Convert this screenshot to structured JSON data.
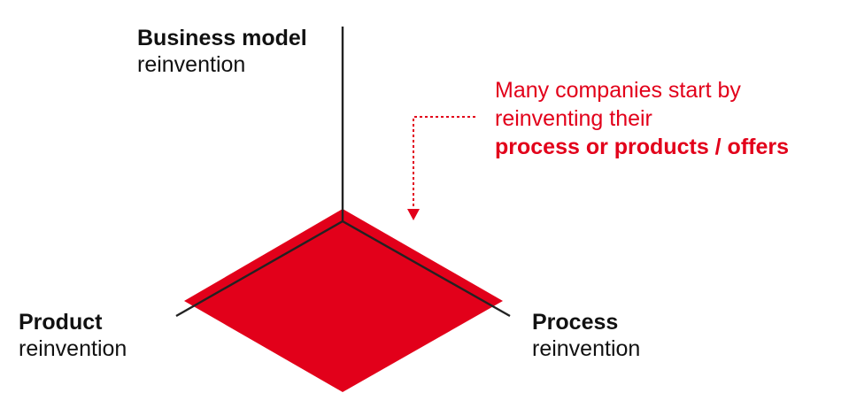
{
  "colors": {
    "accent": "#e2001a",
    "axis": "#222222",
    "text": "#111111"
  },
  "axes": {
    "top": {
      "title": "Business model",
      "subtitle": "reinvention"
    },
    "left": {
      "title": "Product",
      "subtitle": "reinvention"
    },
    "right": {
      "title": "Process",
      "subtitle": "reinvention"
    }
  },
  "callout": {
    "line1": "Many companies start by",
    "line2": "reinventing their",
    "line3": "process or products / offers"
  }
}
